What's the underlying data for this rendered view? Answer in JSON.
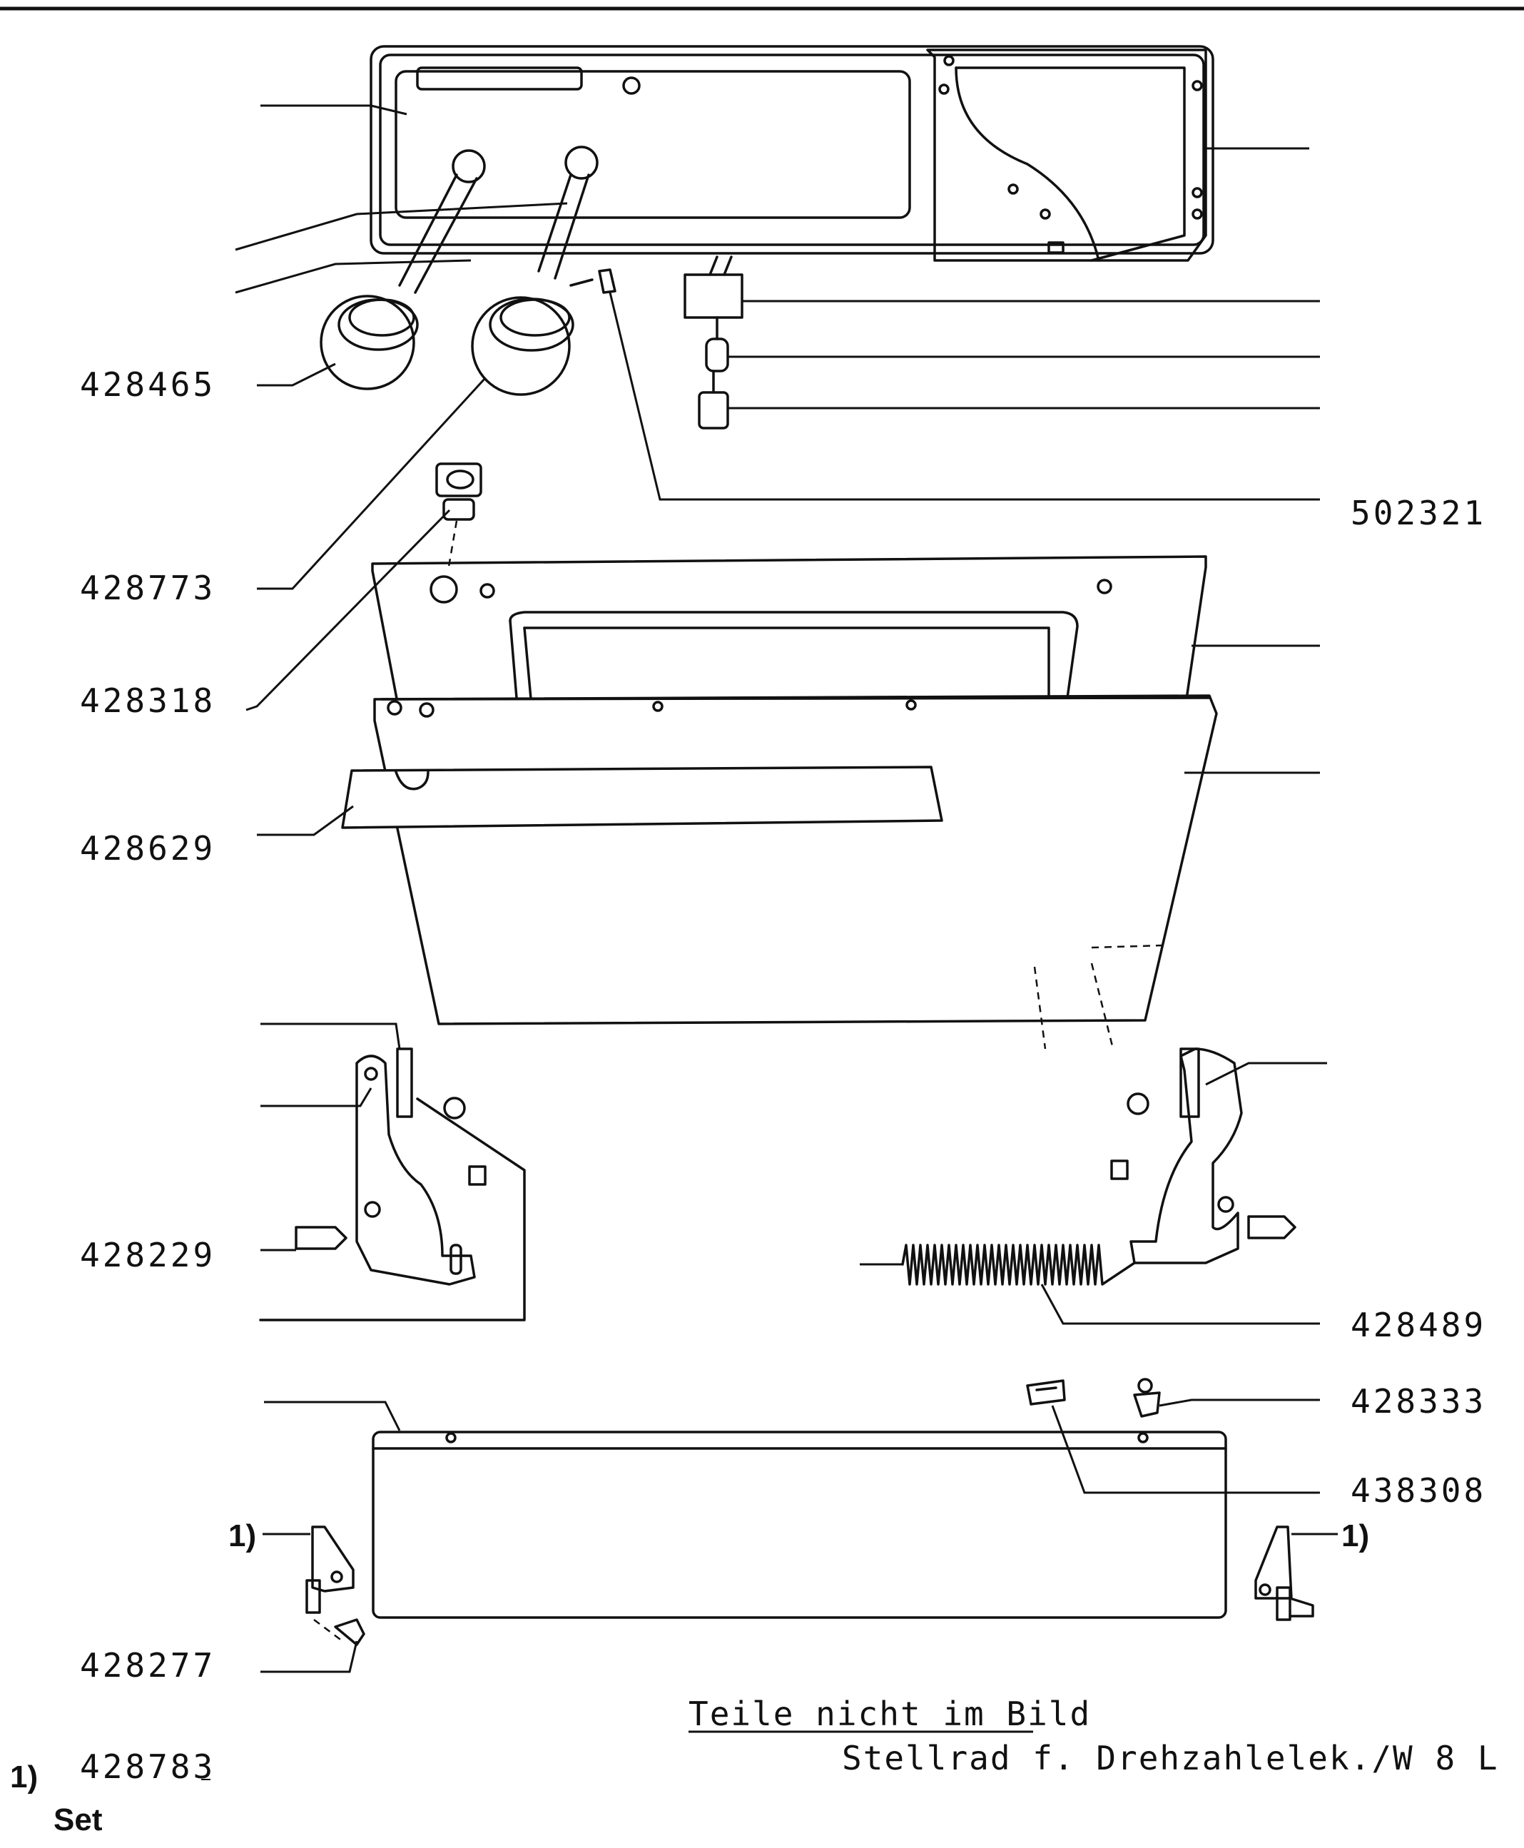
{
  "part_numbers": {
    "knob_left": "428465",
    "clip": "502321",
    "knob_right": "428773",
    "shaft": "428318",
    "handle_strip": "428629",
    "hinge_left": "428229",
    "spring": "428489",
    "latch": "428333",
    "guide": "438308",
    "bracket_screw": "428277"
  },
  "footnote_marker_left": "1)",
  "footnote_marker_right": "1)",
  "notes": {
    "heading": "Teile nicht im Bild",
    "line1": "Stellrad f. Drehzahlelek./W 8 L"
  },
  "footnote": {
    "marker": "1)",
    "number": "428783",
    "label": "Set"
  }
}
